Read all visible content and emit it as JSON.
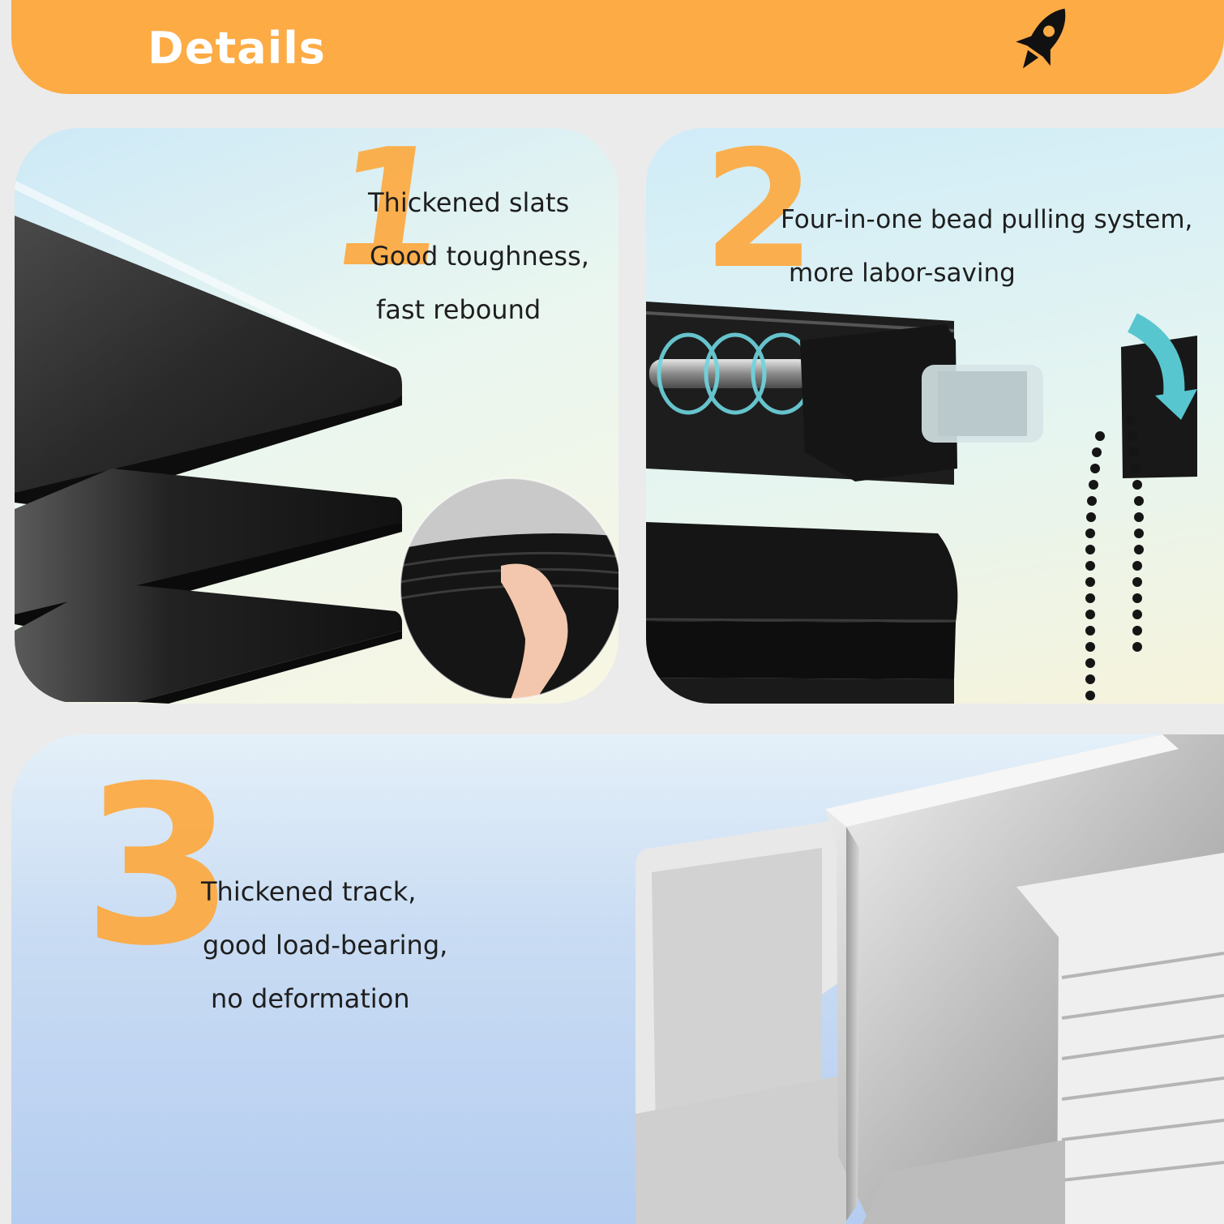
{
  "header": {
    "title": "Details",
    "background_color": "#fcab45",
    "icon": "rocket-icon"
  },
  "features": [
    {
      "number": "1",
      "lines": [
        "Thickened slats",
        "Good toughness,",
        "fast rebound"
      ]
    },
    {
      "number": "2",
      "lines": [
        "Four-in-one bead pulling system,",
        "more labor-saving"
      ]
    },
    {
      "number": "3",
      "lines": [
        "Thickened track,",
        "good load-bearing,",
        "no deformation"
      ]
    }
  ],
  "colors": {
    "accent": "#fcab45",
    "text": "#1e1e1e",
    "slat": "#1b1b1b",
    "track": "#d9d9d9"
  }
}
